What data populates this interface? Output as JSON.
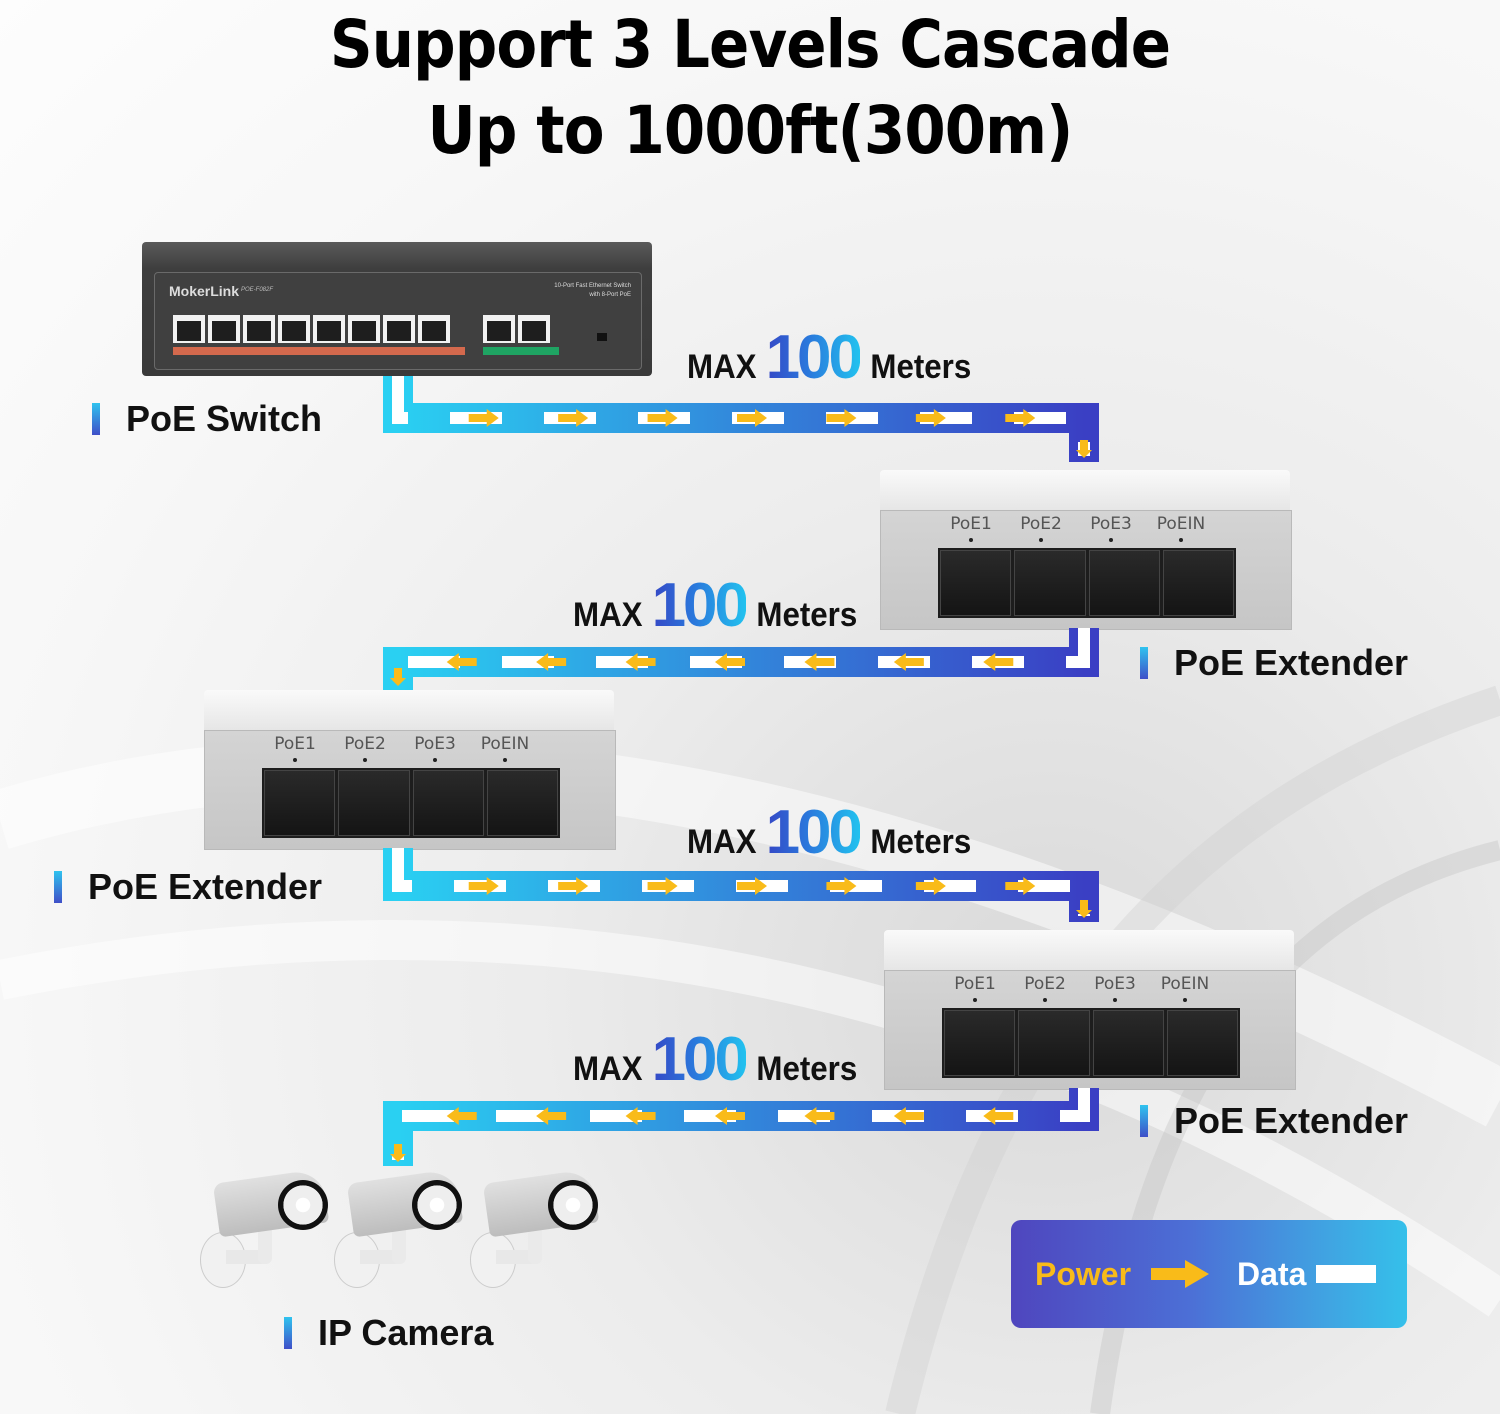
{
  "title": {
    "line1": "Support 3 Levels Cascade",
    "line2": "Up to 1000ft(300m)"
  },
  "devices": {
    "switch": {
      "label": "PoE Switch",
      "brand": "MokerLink",
      "model": "POE-F082F",
      "description_line1": "10-Port Fast Ethernet Switch",
      "description_line2": "with 8-Port PoE",
      "poe_ports": 8,
      "uplink_ports": 2
    },
    "extenders": [
      {
        "label": "PoE Extender",
        "ports": [
          "PoE1",
          "PoE2",
          "PoE3",
          "PoEIN"
        ]
      },
      {
        "label": "PoE Extender",
        "ports": [
          "PoE1",
          "PoE2",
          "PoE3",
          "PoEIN"
        ]
      },
      {
        "label": "PoE Extender",
        "ports": [
          "PoE1",
          "PoE2",
          "PoE3",
          "PoEIN"
        ]
      }
    ],
    "camera": {
      "label": "IP Camera",
      "count": 3
    }
  },
  "segments": [
    {
      "prefix": "MAX",
      "value": "100",
      "unit": "Meters"
    },
    {
      "prefix": "MAX",
      "value": "100",
      "unit": "Meters"
    },
    {
      "prefix": "MAX",
      "value": "100",
      "unit": "Meters"
    },
    {
      "prefix": "MAX",
      "value": "100",
      "unit": "Meters"
    }
  ],
  "legend": {
    "power_label": "Power",
    "data_label": "Data"
  },
  "colors": {
    "cable_start": "#2ad0f2",
    "cable_end": "#3a3fc4",
    "power_arrow": "#f9bb19",
    "data_dash": "#ffffff"
  }
}
